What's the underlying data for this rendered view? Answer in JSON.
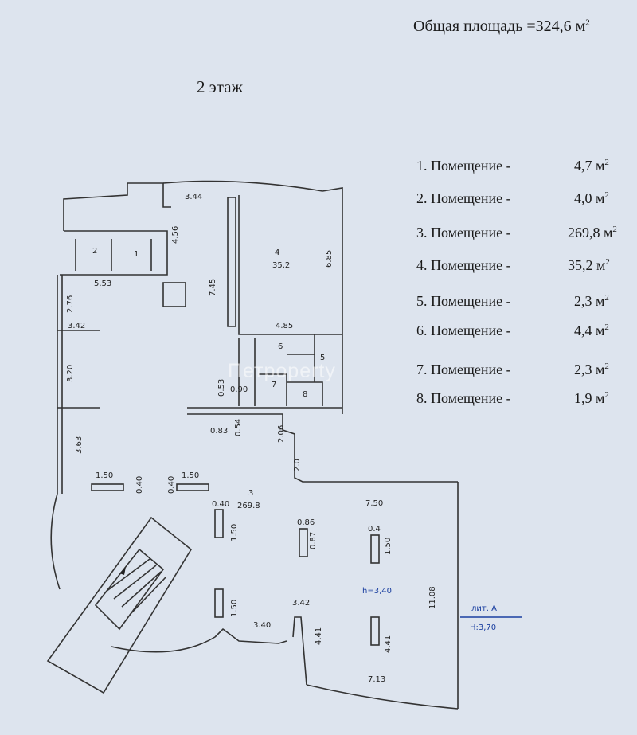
{
  "header": {
    "total_area_label": "Общая площадь =324,6 м",
    "total_area_sup": "2",
    "floor_title": "2 этаж"
  },
  "legend": [
    {
      "name": "1. Помещение -",
      "area": "4,7 м",
      "sup": "2"
    },
    {
      "name": "2. Помещение -",
      "area": "4,0 м",
      "sup": "2"
    },
    {
      "name": "3. Помещение -",
      "area": "269,8 м",
      "sup": "2"
    },
    {
      "name": "4. Помещение -",
      "area": "35,2 м",
      "sup": "2"
    },
    {
      "name": "5. Помещение -",
      "area": "2,3 м",
      "sup": "2"
    },
    {
      "name": "6. Помещение -",
      "area": "4,4 м",
      "sup": "2"
    },
    {
      "name": "7. Помещение -",
      "area": "2,3 м",
      "sup": "2"
    },
    {
      "name": "8. Помещение -",
      "area": "1,9 м",
      "sup": "2"
    }
  ],
  "plan": {
    "room_numbers": {
      "r1": "1",
      "r2": "2",
      "r3": "3",
      "r4": "4",
      "r5": "5",
      "r6": "6",
      "r7": "7",
      "r8": "8"
    },
    "room_areas": {
      "r3": "269.8",
      "r4": "35.2"
    },
    "dims": {
      "d344": "3.44",
      "d456": "4.56",
      "d553": "5.53",
      "d276": "2.76",
      "d745": "7.45",
      "d685": "6.85",
      "d485": "4.85",
      "d342a": "3.42",
      "d320": "3.20",
      "d053": "0.53",
      "d090": "0.90",
      "d083": "0.83",
      "d054": "0.54",
      "d206": "2.06",
      "d363": "3.63",
      "d20": "2.0",
      "d150a": "1.50",
      "d040a": "0.40",
      "d040b": "0.40",
      "d150b": "1.50",
      "d040c": "0.40",
      "d150c": "1.50",
      "d750": "7.50",
      "d086": "0.86",
      "d087": "0.87",
      "d04": "0.4",
      "d150d": "1.50",
      "d150e": "1.50",
      "d342b": "3.42",
      "d340": "3.40",
      "d441a": "4.41",
      "d441b": "4.41",
      "d1108": "11.08",
      "d713": "7.13"
    },
    "height_label": "h=3,40",
    "mark_label": "лит. А",
    "mark_height": "Н:3,70"
  },
  "watermark": "Петроperty"
}
